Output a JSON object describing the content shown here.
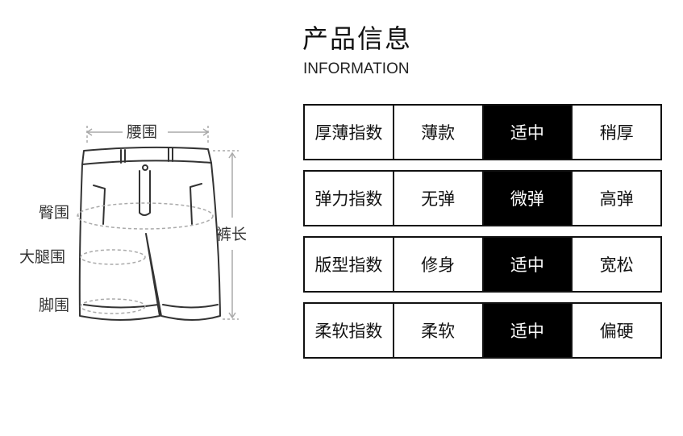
{
  "title": "产品信息",
  "subtitle": "INFORMATION",
  "diagram": {
    "labels": {
      "waist": "腰围",
      "hip": "臀围",
      "thigh": "大腿围",
      "hem": "脚围",
      "length": "裤长"
    }
  },
  "rows": [
    {
      "label": "厚薄指数",
      "options": [
        "薄款",
        "适中",
        "稍厚"
      ],
      "selected": 1
    },
    {
      "label": "弹力指数",
      "options": [
        "无弹",
        "微弹",
        "高弹"
      ],
      "selected": 1
    },
    {
      "label": "版型指数",
      "options": [
        "修身",
        "适中",
        "宽松"
      ],
      "selected": 1
    },
    {
      "label": "柔软指数",
      "options": [
        "柔软",
        "适中",
        "偏硬"
      ],
      "selected": 1
    }
  ],
  "colors": {
    "active_bg": "#000000",
    "active_text": "#ffffff",
    "border": "#111111"
  }
}
